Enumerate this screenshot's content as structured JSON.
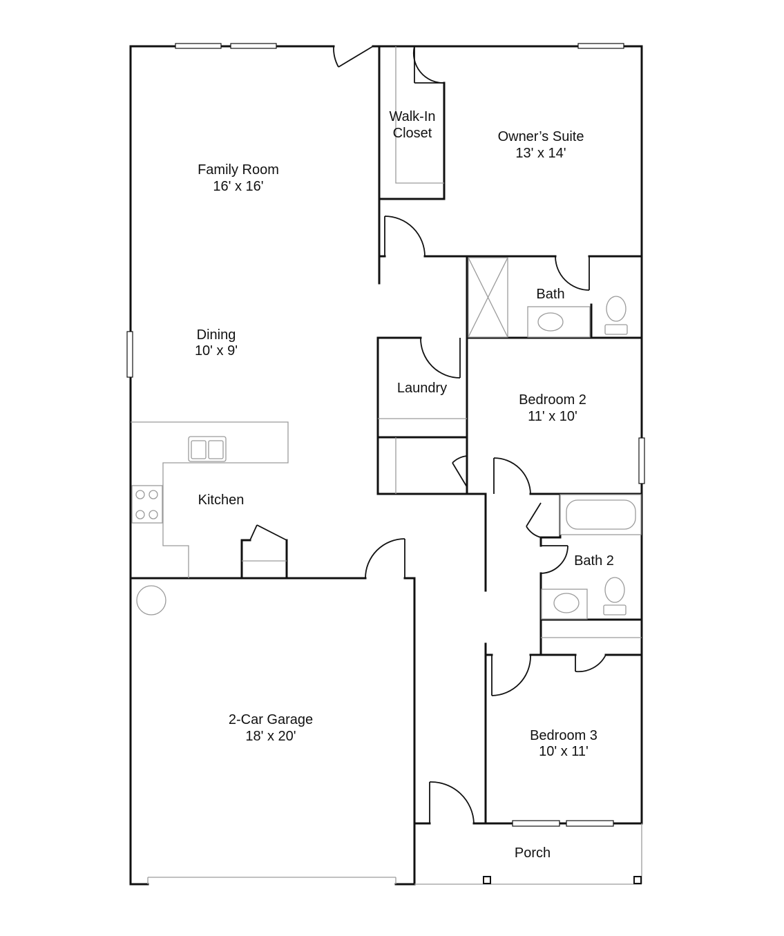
{
  "rooms": {
    "family_room": {
      "name": "Family Room",
      "size": "16' x 16'"
    },
    "walk_in_closet": {
      "line1": "Walk-In",
      "line2": "Closet"
    },
    "owners_suite": {
      "name": "Owner’s Suite",
      "size": "13' x 14'"
    },
    "bath": {
      "name": "Bath"
    },
    "dining": {
      "name": "Dining",
      "size": "10' x 9'"
    },
    "laundry": {
      "name": "Laundry"
    },
    "bedroom_2": {
      "name": "Bedroom 2",
      "size": "11' x 10'"
    },
    "kitchen": {
      "name": "Kitchen"
    },
    "bath_2": {
      "name": "Bath 2"
    },
    "garage": {
      "name": "2-Car Garage",
      "size": "18' x 20'"
    },
    "bedroom_3": {
      "name": "Bedroom 3",
      "size": "10' x 11'"
    },
    "porch": {
      "name": "Porch"
    }
  }
}
